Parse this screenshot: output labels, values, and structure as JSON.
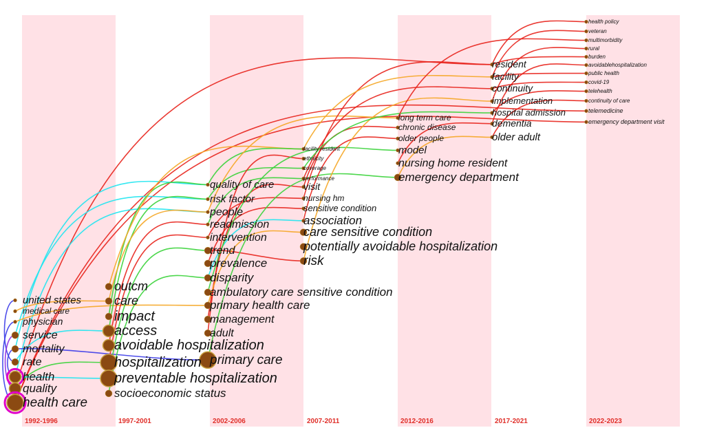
{
  "chart_data": {
    "type": "timezone",
    "periods": [
      "1992-1996",
      "1997-2001",
      "2002-2006",
      "2007-2011",
      "2012-2016",
      "2017-2021",
      "2022-2023"
    ],
    "colors": {
      "band": "#ffe1e6",
      "period_label": "#e0302a",
      "node": "#8b4a12",
      "highlight_ring": "#e000c8"
    },
    "keywords": [
      {
        "text": "united states",
        "period": 0,
        "size": 15,
        "node": 0
      },
      {
        "text": "medical care",
        "period": 0,
        "size": 12,
        "node": 0
      },
      {
        "text": "physician",
        "period": 0,
        "size": 14,
        "node": 0
      },
      {
        "text": "service",
        "period": 0,
        "size": 16,
        "node": 1
      },
      {
        "text": "mortality",
        "period": 0,
        "size": 16,
        "node": 1
      },
      {
        "text": "rate",
        "period": 0,
        "size": 16,
        "node": 1
      },
      {
        "text": "health",
        "period": 0,
        "size": 17,
        "node": 2,
        "ring": true
      },
      {
        "text": "quality",
        "period": 0,
        "size": 17,
        "node": 2
      },
      {
        "text": "health care",
        "period": 0,
        "size": 19,
        "node": 3,
        "ring": true
      },
      {
        "text": "outcm",
        "period": 1,
        "size": 18,
        "node": 1
      },
      {
        "text": "care",
        "period": 1,
        "size": 18,
        "node": 1
      },
      {
        "text": "impact",
        "period": 1,
        "size": 20,
        "node": 1
      },
      {
        "text": "access",
        "period": 1,
        "size": 20,
        "node": 2
      },
      {
        "text": "avoidable hospitalization",
        "period": 1,
        "size": 20,
        "node": 2
      },
      {
        "text": "hospitalization",
        "period": 1,
        "size": 20,
        "node": 3
      },
      {
        "text": "preventable hospitalization",
        "period": 1,
        "size": 20,
        "node": 3
      },
      {
        "text": "socioeconomic status",
        "period": 1,
        "size": 17,
        "node": 1
      },
      {
        "text": "quality of care",
        "period": 2,
        "size": 15,
        "node": 0
      },
      {
        "text": "risk factor",
        "period": 2,
        "size": 15,
        "node": 0
      },
      {
        "text": "people",
        "period": 2,
        "size": 16,
        "node": 0
      },
      {
        "text": "readmission",
        "period": 2,
        "size": 16,
        "node": 0
      },
      {
        "text": "intervention",
        "period": 2,
        "size": 16,
        "node": 0
      },
      {
        "text": "trend",
        "period": 2,
        "size": 16,
        "node": 1
      },
      {
        "text": "prevalence",
        "period": 2,
        "size": 17,
        "node": 1
      },
      {
        "text": "disparity",
        "period": 2,
        "size": 17,
        "node": 1
      },
      {
        "text": "ambulatory care sensitive condition",
        "period": 2,
        "size": 17,
        "node": 1
      },
      {
        "text": "primary health care",
        "period": 2,
        "size": 17,
        "node": 1
      },
      {
        "text": "management",
        "period": 2,
        "size": 16,
        "node": 1
      },
      {
        "text": "adult",
        "period": 2,
        "size": 16,
        "node": 1
      },
      {
        "text": "primary care",
        "period": 2,
        "size": 19,
        "node": 3
      },
      {
        "text": "facility resident",
        "period": 3,
        "size": 8,
        "node": 0
      },
      {
        "text": "ethnicity",
        "period": 3,
        "size": 8,
        "node": 0
      },
      {
        "text": "coverage",
        "period": 3,
        "size": 8,
        "node": 0
      },
      {
        "text": "performance",
        "period": 3,
        "size": 8,
        "node": 0
      },
      {
        "text": "visit",
        "period": 3,
        "size": 14,
        "node": 0
      },
      {
        "text": "nursing hm",
        "period": 3,
        "size": 12,
        "node": 0
      },
      {
        "text": "sensitive condition",
        "period": 3,
        "size": 13,
        "node": 0
      },
      {
        "text": "association",
        "period": 3,
        "size": 17,
        "node": 0
      },
      {
        "text": "care sensitive condition",
        "period": 3,
        "size": 18,
        "node": 1
      },
      {
        "text": "potentially avoidable hospitalization",
        "period": 3,
        "size": 18,
        "node": 1
      },
      {
        "text": "risk",
        "period": 3,
        "size": 19,
        "node": 1
      },
      {
        "text": "long term care",
        "period": 4,
        "size": 12,
        "node": 0
      },
      {
        "text": "chronic disease",
        "period": 4,
        "size": 12,
        "node": 0
      },
      {
        "text": "older people",
        "period": 4,
        "size": 12,
        "node": 0
      },
      {
        "text": "model",
        "period": 4,
        "size": 15,
        "node": 0
      },
      {
        "text": "nursing home resident",
        "period": 4,
        "size": 16,
        "node": 0
      },
      {
        "text": "emergency department",
        "period": 4,
        "size": 17,
        "node": 1
      },
      {
        "text": "resident",
        "period": 5,
        "size": 14,
        "node": 0
      },
      {
        "text": "facility",
        "period": 5,
        "size": 14,
        "node": 0
      },
      {
        "text": "continuity",
        "period": 5,
        "size": 14,
        "node": 0
      },
      {
        "text": "implementation",
        "period": 5,
        "size": 13,
        "node": 0
      },
      {
        "text": "hospital admission",
        "period": 5,
        "size": 13,
        "node": 0
      },
      {
        "text": "dementia",
        "period": 5,
        "size": 14,
        "node": 0
      },
      {
        "text": "older adult",
        "period": 5,
        "size": 15,
        "node": 0
      },
      {
        "text": "health policy",
        "period": 6,
        "size": 8,
        "node": 0
      },
      {
        "text": "veteran",
        "period": 6,
        "size": 8,
        "node": 0
      },
      {
        "text": "multimorbidity",
        "period": 6,
        "size": 8,
        "node": 0
      },
      {
        "text": "rural",
        "period": 6,
        "size": 8,
        "node": 0
      },
      {
        "text": "burden",
        "period": 6,
        "size": 8,
        "node": 0
      },
      {
        "text": "avoidablehospitalization",
        "period": 6,
        "size": 8,
        "node": 0
      },
      {
        "text": "public health",
        "period": 6,
        "size": 8,
        "node": 0
      },
      {
        "text": "covid-19",
        "period": 6,
        "size": 8,
        "node": 0
      },
      {
        "text": "telehealth",
        "period": 6,
        "size": 8,
        "node": 0
      },
      {
        "text": "continuity of care",
        "period": 6,
        "size": 8,
        "node": 0
      },
      {
        "text": "telemedicine",
        "period": 6,
        "size": 9,
        "node": 0
      },
      {
        "text": "emergency department visit",
        "period": 6,
        "size": 9,
        "node": 0
      }
    ],
    "links": [
      {
        "from": "health care",
        "to": "emergency department visit",
        "color": "#e8231c"
      },
      {
        "from": "health care",
        "to": "telemedicine",
        "color": "#e8231c"
      },
      {
        "from": "quality",
        "to": "resident",
        "color": "#e8231c"
      },
      {
        "from": "mortality",
        "to": "quality of care",
        "color": "#1fe6f0"
      },
      {
        "from": "service",
        "to": "risk factor",
        "color": "#1fe6f0"
      },
      {
        "from": "health",
        "to": "people",
        "color": "#1fe6f0"
      },
      {
        "from": "rate",
        "to": "access",
        "color": "#1fe6f0"
      },
      {
        "from": "physician",
        "to": "primary health care",
        "color": "#f5a623"
      },
      {
        "from": "medical care",
        "to": "care",
        "color": "#f5a623"
      },
      {
        "from": "united states",
        "to": "rate",
        "color": "#3b3be8"
      },
      {
        "from": "physician",
        "to": "health care",
        "color": "#3b3be8"
      },
      {
        "from": "service",
        "to": "quality",
        "color": "#8a2be2"
      },
      {
        "from": "mortality",
        "to": "health",
        "color": "#3b3be8"
      },
      {
        "from": "quality",
        "to": "hospitalization",
        "color": "#3ad33a"
      },
      {
        "from": "health",
        "to": "preventable hospitalization",
        "color": "#1fe6f0"
      },
      {
        "from": "impact",
        "to": "quality of care",
        "color": "#3ad33a"
      },
      {
        "from": "access",
        "to": "risk factor",
        "color": "#3ad33a"
      },
      {
        "from": "care",
        "to": "people",
        "color": "#f5a623"
      },
      {
        "from": "avoidable hospitalization",
        "to": "readmission",
        "color": "#e8231c"
      },
      {
        "from": "mortality",
        "to": "primary care",
        "color": "#3b3be8"
      },
      {
        "from": "hospitalization",
        "to": "intervention",
        "color": "#e8231c"
      },
      {
        "from": "preventable hospitalization",
        "to": "trend",
        "color": "#3ad33a"
      },
      {
        "from": "socioeconomic status",
        "to": "disparity",
        "color": "#3ad33a"
      },
      {
        "from": "outcm",
        "to": "facility resident",
        "color": "#f5a623"
      },
      {
        "from": "quality of care",
        "to": "facility resident",
        "color": "#3ad33a"
      },
      {
        "from": "risk factor",
        "to": "coverage",
        "color": "#3ad33a"
      },
      {
        "from": "people",
        "to": "long term care",
        "color": "#f5a623"
      },
      {
        "from": "readmission",
        "to": "performance",
        "color": "#3ad33a"
      },
      {
        "from": "intervention",
        "to": "nursing hm",
        "color": "#e8231c"
      },
      {
        "from": "prevalence",
        "to": "sensitive condition",
        "color": "#e8231c"
      },
      {
        "from": "disparity",
        "to": "association",
        "color": "#1fe6f0"
      },
      {
        "from": "trend",
        "to": "risk",
        "color": "#e8231c"
      },
      {
        "from": "management",
        "to": "visit",
        "color": "#e8231c"
      },
      {
        "from": "adult",
        "to": "ethnicity",
        "color": "#e8231c"
      },
      {
        "from": "primary health care",
        "to": "care sensitive condition",
        "color": "#f5a623"
      },
      {
        "from": "primary care",
        "to": "emergency department",
        "color": "#3ad33a"
      },
      {
        "from": "ambulatory care sensitive condition",
        "to": "model",
        "color": "#3ad33a"
      },
      {
        "from": "visit",
        "to": "chronic disease",
        "color": "#e8231c"
      },
      {
        "from": "nursing hm",
        "to": "resident",
        "color": "#e8231c"
      },
      {
        "from": "association",
        "to": "older people",
        "color": "#e8231c"
      },
      {
        "from": "risk",
        "to": "implementation",
        "color": "#f5a623"
      },
      {
        "from": "facility resident",
        "to": "facility",
        "color": "#f5a623"
      },
      {
        "from": "performance",
        "to": "continuity",
        "color": "#e8231c"
      },
      {
        "from": "coverage",
        "to": "hospital admission",
        "color": "#3ad33a"
      },
      {
        "from": "nursing home resident",
        "to": "dementia",
        "color": "#e8231c"
      },
      {
        "from": "emergency department",
        "to": "older adult",
        "color": "#f5a623"
      },
      {
        "from": "long term care",
        "to": "multimorbidity",
        "color": "#e8231c"
      },
      {
        "from": "resident",
        "to": "burden",
        "color": "#e8231c"
      },
      {
        "from": "facility",
        "to": "public health",
        "color": "#e8231c"
      },
      {
        "from": "continuity",
        "to": "covid-19",
        "color": "#e8231c"
      },
      {
        "from": "hospital admission",
        "to": "telehealth",
        "color": "#e8231c"
      },
      {
        "from": "older adult",
        "to": "continuity of care",
        "color": "#e8231c"
      },
      {
        "from": "dementia",
        "to": "avoidablehospitalization",
        "color": "#e8231c"
      },
      {
        "from": "implementation",
        "to": "rural",
        "color": "#e8231c"
      },
      {
        "from": "facility",
        "to": "veteran",
        "color": "#e8231c"
      },
      {
        "from": "resident",
        "to": "health policy",
        "color": "#e8231c"
      }
    ]
  }
}
